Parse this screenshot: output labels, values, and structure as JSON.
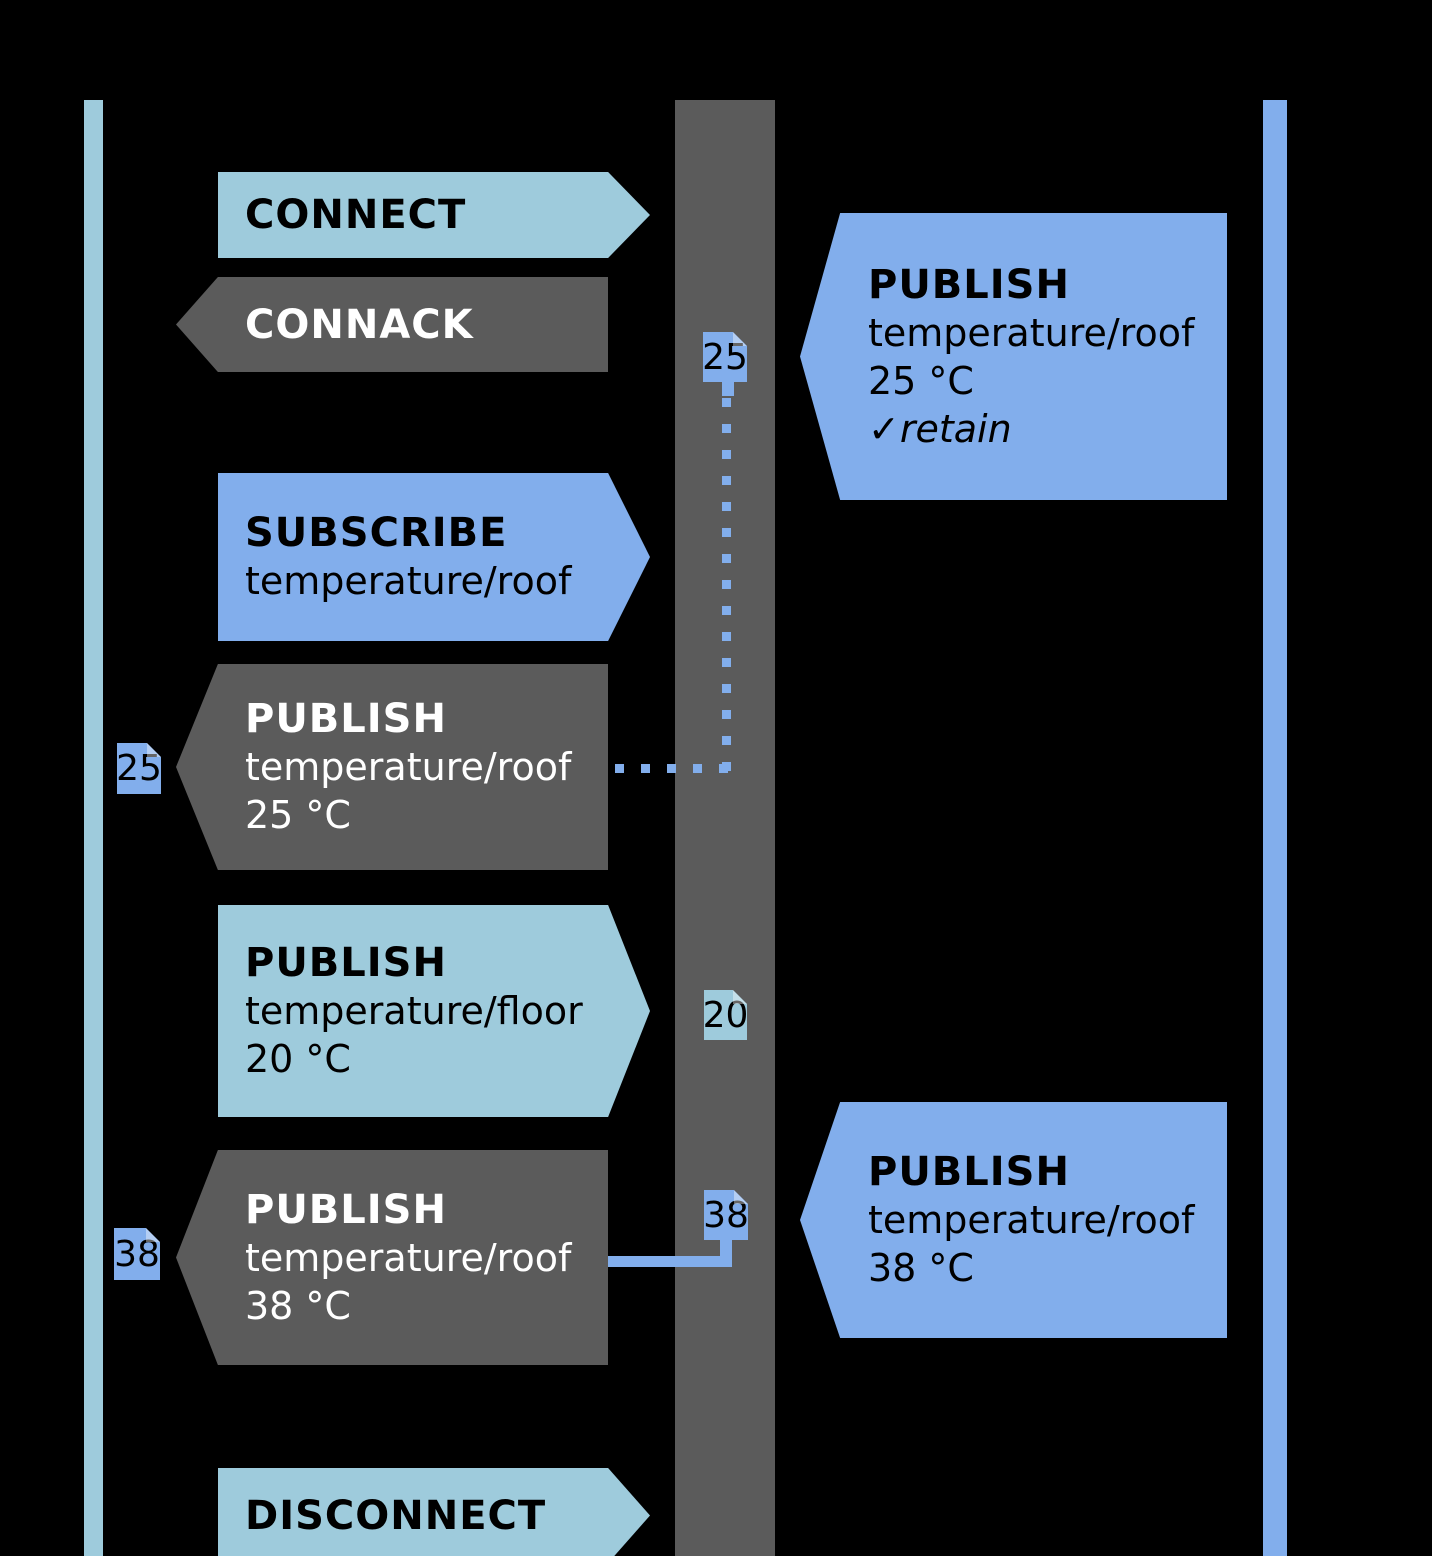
{
  "colors": {
    "background": "#000000",
    "light_blue": "#9ecbdc",
    "cornflower_blue": "#82aeec",
    "dark_gray": "#5b5b5b",
    "text_on_light": "#000000",
    "text_on_dark": "#ffffff"
  },
  "left_flow": {
    "connect": {
      "label": "CONNECT"
    },
    "connack": {
      "label": "CONNACK"
    },
    "subscribe": {
      "title": "SUBSCRIBE",
      "topic": "temperature/roof"
    },
    "publish_roof_25": {
      "title": "PUBLISH",
      "topic": "temperature/roof",
      "payload": "25 °C",
      "badge": "25"
    },
    "publish_floor_20": {
      "title": "PUBLISH",
      "topic": "temperature/floor",
      "payload": "20 °C",
      "badge": "20"
    },
    "publish_roof_38": {
      "title": "PUBLISH",
      "topic": "temperature/roof",
      "payload": "38 °C",
      "badge": "38"
    },
    "disconnect": {
      "label": "DISCONNECT"
    }
  },
  "right_flow": {
    "publish_retained_25": {
      "title": "PUBLISH",
      "topic": "temperature/roof",
      "payload": "25 °C",
      "retain": "✓retain",
      "badge": "25"
    },
    "publish_roof_38": {
      "title": "PUBLISH",
      "topic": "temperature/roof",
      "payload": "38 °C",
      "badge": "38"
    }
  }
}
